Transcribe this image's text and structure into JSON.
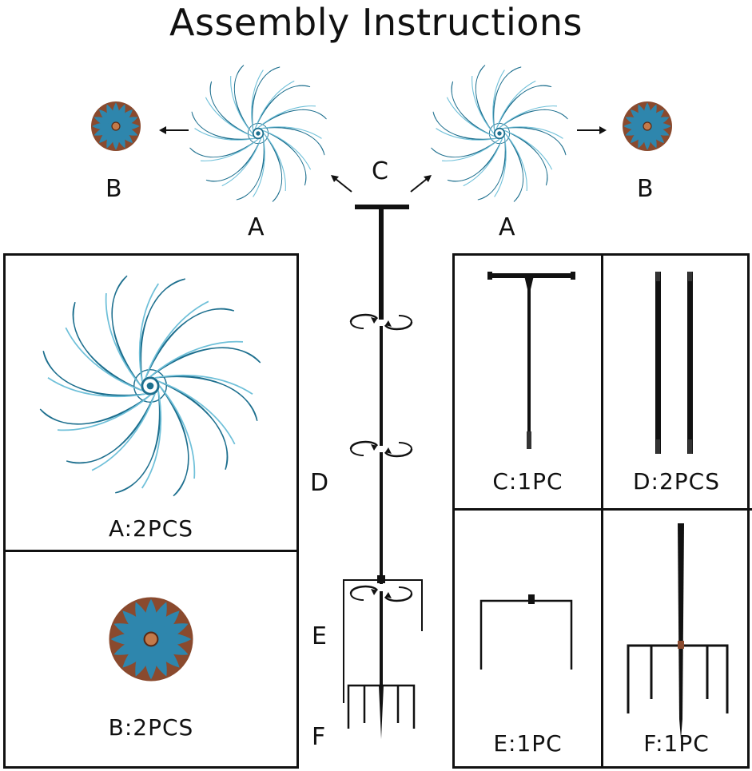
{
  "title": "Assembly Instructions",
  "colors": {
    "blade": "#3fa3c3",
    "blade_dark": "#1d6f8e",
    "ball_blue": "#2e86ad",
    "ball_copper": "#8a4a2e",
    "pole": "#111111"
  },
  "icons": [
    "wind-spinner-icon",
    "ball-ornament-icon",
    "rotate-arrow-icon",
    "pointer-arrow-icon"
  ],
  "labels": {
    "b_left": "B",
    "a_left": "A",
    "c": "C",
    "a_right": "A",
    "b_right": "B",
    "d": "D",
    "e": "E",
    "f": "F"
  },
  "parts": {
    "a": "A:2PCS",
    "b": "B:2PCS",
    "c": "C:1PC",
    "d": "D:2PCS",
    "e": "E:1PC",
    "f": "F:1PC"
  }
}
